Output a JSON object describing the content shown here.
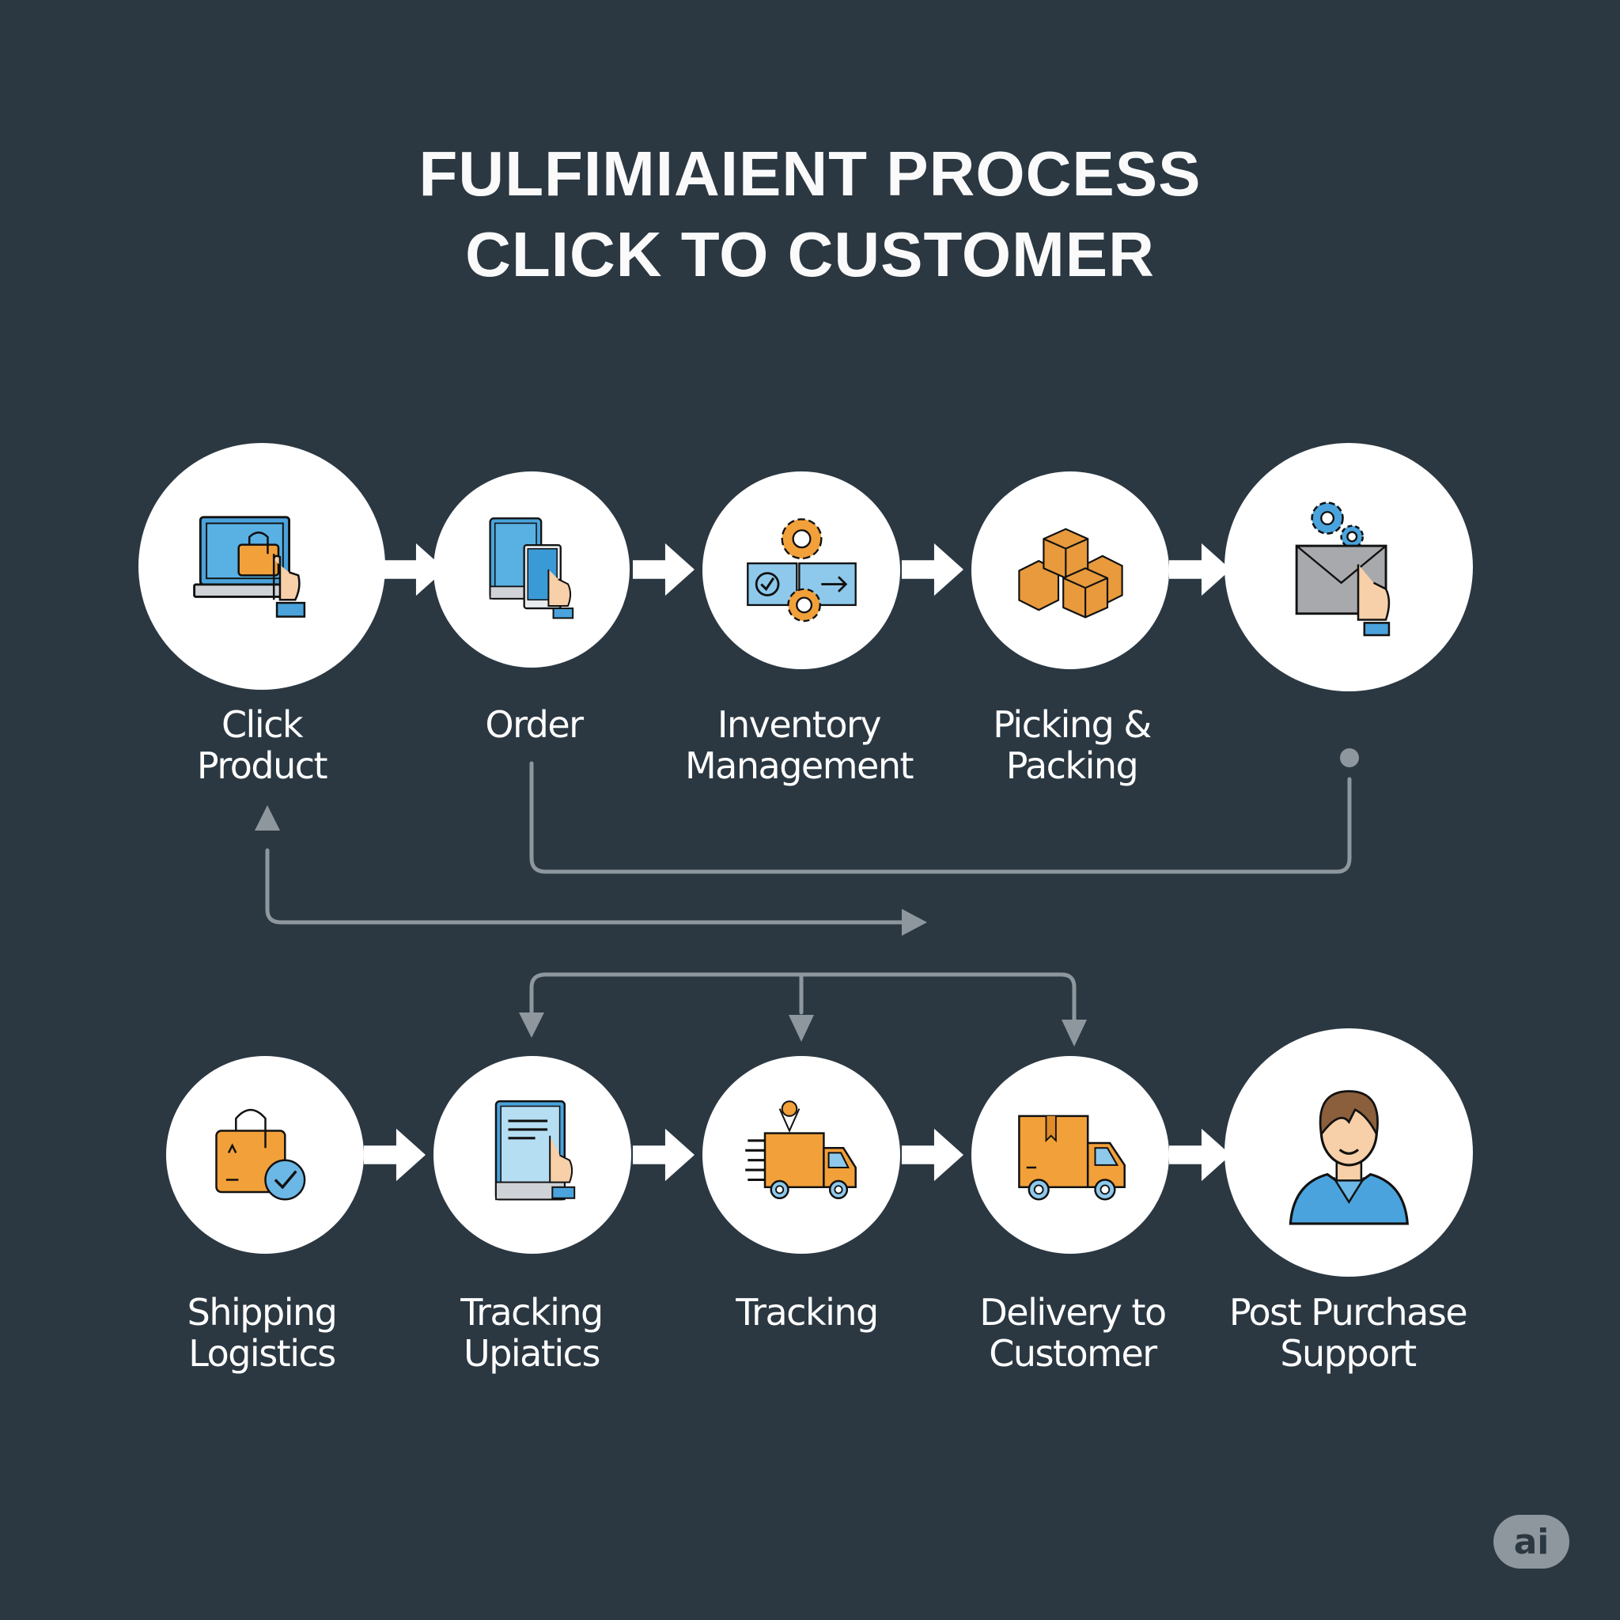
{
  "title": {
    "line1": "FULFIMIAIENT PROCESS",
    "line2": "CLICK TO CUSTOMER"
  },
  "colors": {
    "background": "#2b3842",
    "node_fill": "#ffffff",
    "connector": "#8e979d",
    "accent_orange": "#f2a03a",
    "accent_blue": "#4aa3dc",
    "skin": "#f7cfa8"
  },
  "top_row": [
    {
      "icon": "laptop-shopping-bag-hand-icon",
      "label_lines": [
        "Click",
        "Product"
      ]
    },
    {
      "icon": "tablet-phone-hand-icon",
      "label_lines": [
        "Order",
        ""
      ]
    },
    {
      "icon": "gears-checklist-icon",
      "label_lines": [
        "Inventory",
        "Management"
      ]
    },
    {
      "icon": "stacked-boxes-icon",
      "label_lines": [
        "Picking &",
        "Packing"
      ]
    },
    {
      "icon": "gears-envelope-hand-icon",
      "label_lines": [
        "",
        ""
      ]
    }
  ],
  "bottom_row": [
    {
      "icon": "shopping-bag-check-icon",
      "label_lines": [
        "Shipping",
        "Logistics"
      ]
    },
    {
      "icon": "tablet-document-hand-icon",
      "label_lines": [
        "Tracking",
        "Upiatics"
      ]
    },
    {
      "icon": "fast-delivery-truck-icon",
      "label_lines": [
        "Tracking",
        ""
      ]
    },
    {
      "icon": "box-truck-icon",
      "label_lines": [
        "Delivery to",
        "Customer"
      ]
    },
    {
      "icon": "customer-avatar-icon",
      "label_lines": [
        "Post Purchase",
        "Support"
      ]
    }
  ],
  "badge": {
    "text": "ai"
  }
}
